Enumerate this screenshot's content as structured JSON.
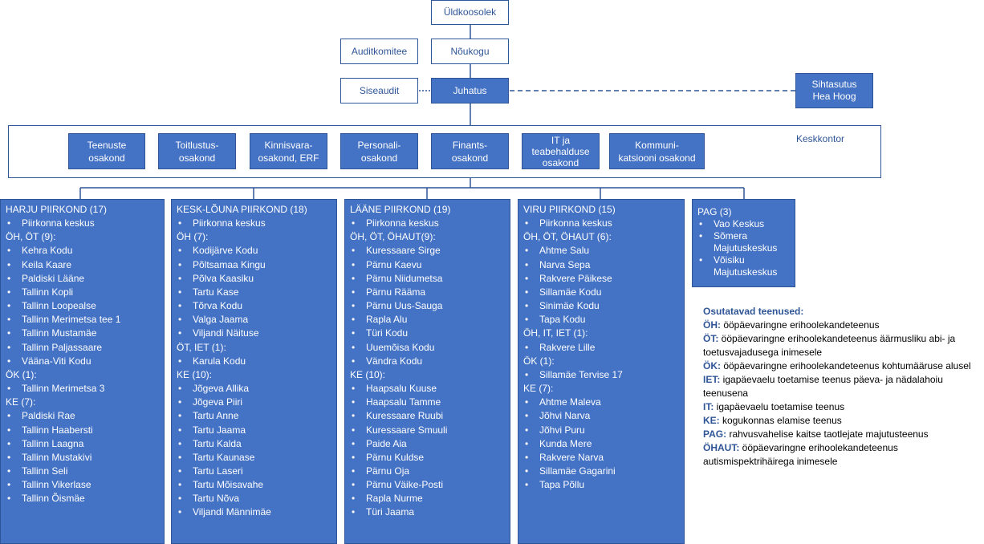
{
  "top": {
    "general_meeting": "Üldkoosolek",
    "audit_committee": "Auditkomitee",
    "council": "Nõukogu",
    "internal_audit": "Siseaudit",
    "board": "Juhatus",
    "foundation": "Sihtasutus\nHea Hoog"
  },
  "central_office": {
    "label": "Keskkontor",
    "departments": [
      "Teenuste\nosakond",
      "Toitlustus-\nosakond",
      "Kinnisvara-\nosakond, ERF",
      "Personali-\nosakond",
      "Finants-\nosakond",
      "IT ja\nteabehalduse\nosakond",
      "Kommuni-\nkatsiooni osakond"
    ]
  },
  "regions": [
    {
      "title": "HARJU PIIRKOND (17)",
      "lines": [
        {
          "t": "i",
          "v": "Piirkonna keskus"
        },
        {
          "t": "g",
          "v": "ÖH, ÖT (9):"
        },
        {
          "t": "i",
          "v": "Kehra Kodu"
        },
        {
          "t": "i",
          "v": "Keila Kaare"
        },
        {
          "t": "i",
          "v": "Paldiski Lääne"
        },
        {
          "t": "i",
          "v": "Tallinn Kopli"
        },
        {
          "t": "i",
          "v": "Tallinn Loopealse"
        },
        {
          "t": "i",
          "v": "Tallinn Merimetsa tee 1"
        },
        {
          "t": "i",
          "v": "Tallinn Mustamäe"
        },
        {
          "t": "i",
          "v": "Tallinn Paljassaare"
        },
        {
          "t": "i",
          "v": "Vääna-Viti Kodu"
        },
        {
          "t": "g",
          "v": "ÖK (1):"
        },
        {
          "t": "i",
          "v": "Tallinn Merimetsa 3"
        },
        {
          "t": "g",
          "v": "KE (7):"
        },
        {
          "t": "i",
          "v": "Paldiski Rae"
        },
        {
          "t": "i",
          "v": "Tallinn Haabersti"
        },
        {
          "t": "i",
          "v": "Tallinn Laagna"
        },
        {
          "t": "i",
          "v": "Tallinn Mustakivi"
        },
        {
          "t": "i",
          "v": "Tallinn Seli"
        },
        {
          "t": "i",
          "v": "Tallinn Vikerlase"
        },
        {
          "t": "i",
          "v": "Tallinn Õismäe"
        }
      ]
    },
    {
      "title": "KESK-LÕUNA  PIIRKOND (18)",
      "lines": [
        {
          "t": "i",
          "v": "Piirkonna keskus"
        },
        {
          "t": "g",
          "v": "ÖH (7):"
        },
        {
          "t": "i",
          "v": "Kodijärve Kodu"
        },
        {
          "t": "i",
          "v": "Põltsamaa Kingu"
        },
        {
          "t": "i",
          "v": "Põlva Kaasiku"
        },
        {
          "t": "i",
          "v": "Tartu Kase"
        },
        {
          "t": "i",
          "v": "Tõrva Kodu"
        },
        {
          "t": "i",
          "v": "Valga Jaama"
        },
        {
          "t": "i",
          "v": "Viljandi Näituse"
        },
        {
          "t": "g",
          "v": "ÖT, IET (1):"
        },
        {
          "t": "i",
          "v": "Karula Kodu"
        },
        {
          "t": "g",
          "v": "KE (10):"
        },
        {
          "t": "i",
          "v": "Jõgeva Allika"
        },
        {
          "t": "i",
          "v": "Jõgeva Piiri"
        },
        {
          "t": "i",
          "v": "Tartu Anne"
        },
        {
          "t": "i",
          "v": "Tartu Jaama"
        },
        {
          "t": "i",
          "v": "Tartu Kalda"
        },
        {
          "t": "i",
          "v": "Tartu Kaunase"
        },
        {
          "t": "i",
          "v": "Tartu Laseri"
        },
        {
          "t": "i",
          "v": "Tartu Mõisavahe"
        },
        {
          "t": "i",
          "v": "Tartu Nõva"
        },
        {
          "t": "i",
          "v": "Viljandi Männimäe"
        }
      ]
    },
    {
      "title": "LÄÄNE  PIIRKOND (19)",
      "lines": [
        {
          "t": "i",
          "v": "Piirkonna keskus"
        },
        {
          "t": "g",
          "v": "ÖH, ÖT, ÖHAUT(9):"
        },
        {
          "t": "i",
          "v": "Kuressaare Sirge"
        },
        {
          "t": "i",
          "v": "Pärnu Kaevu"
        },
        {
          "t": "i",
          "v": "Pärnu Niidumetsa"
        },
        {
          "t": "i",
          "v": "Pärnu Rääma"
        },
        {
          "t": "i",
          "v": "Pärnu Uus-Sauga"
        },
        {
          "t": "i",
          "v": "Rapla Alu"
        },
        {
          "t": "i",
          "v": "Türi Kodu"
        },
        {
          "t": "i",
          "v": "Uuemõisa Kodu"
        },
        {
          "t": "i",
          "v": "Vändra Kodu"
        },
        {
          "t": "g",
          "v": "KE (10):"
        },
        {
          "t": "i",
          "v": "Haapsalu Kuuse"
        },
        {
          "t": "i",
          "v": "Haapsalu Tamme"
        },
        {
          "t": "i",
          "v": "Kuressaare Ruubi"
        },
        {
          "t": "i",
          "v": "Kuressaare Smuuli"
        },
        {
          "t": "i",
          "v": "Paide Aia"
        },
        {
          "t": "i",
          "v": "Pärnu Kuldse"
        },
        {
          "t": "i",
          "v": "Pärnu Oja"
        },
        {
          "t": "i",
          "v": "Pärnu Väike-Posti"
        },
        {
          "t": "i",
          "v": "Rapla Nurme"
        },
        {
          "t": "i",
          "v": "Türi Jaama"
        }
      ]
    },
    {
      "title": "VIRU PIIRKOND (15)",
      "lines": [
        {
          "t": "i",
          "v": "Piirkonna keskus"
        },
        {
          "t": "g",
          "v": "ÖH, ÖT, ÖHAUT  (6):"
        },
        {
          "t": "i",
          "v": "Ahtme  Salu"
        },
        {
          "t": "i",
          "v": "Narva Sepa"
        },
        {
          "t": "i",
          "v": "Rakvere Päikese"
        },
        {
          "t": "i",
          "v": "Sillamäe Kodu"
        },
        {
          "t": "i",
          "v": "Sinimäe Kodu"
        },
        {
          "t": "i",
          "v": "Tapa Kodu"
        },
        {
          "t": "g",
          "v": "ÖH, IT, IET (1):"
        },
        {
          "t": "i",
          "v": "Rakvere Lille"
        },
        {
          "t": "g",
          "v": "ÖK (1):"
        },
        {
          "t": "i",
          "v": "Sillamäe Tervise 17"
        },
        {
          "t": "g",
          "v": "KE (7):"
        },
        {
          "t": "i",
          "v": "Ahtme  Maleva"
        },
        {
          "t": "i",
          "v": "Jõhvi Narva"
        },
        {
          "t": "i",
          "v": "Jõhvi Puru"
        },
        {
          "t": "i",
          "v": "Kunda Mere"
        },
        {
          "t": "i",
          "v": "Rakvere Narva"
        },
        {
          "t": "i",
          "v": "Sillamäe Gagarini"
        },
        {
          "t": "i",
          "v": "Tapa Põllu"
        }
      ]
    }
  ],
  "pag": {
    "title": "PAG (3)",
    "items": [
      "Vao Keskus",
      "Sõmera Majutuskeskus",
      "Võisiku Majutuskeskus"
    ]
  },
  "legend": {
    "title": "Osutatavad teenused:",
    "entries": [
      {
        "abbr": "ÖH:",
        "text": " ööpäevaringne erihoolekandeteenus"
      },
      {
        "abbr": "ÖT:",
        "text": " ööpäevaringne erihoolekandeteenus äärmusliku abi- ja toetusvajadusega inimesele"
      },
      {
        "abbr": "ÖK:",
        "text": " ööpäevaringne erihoolekandeteenus kohtumääruse alusel"
      },
      {
        "abbr": "IET:",
        "text": "  igapäevaelu toetamise teenus  päeva- ja nädalahoiu teenusena"
      },
      {
        "abbr": "IT:",
        "text": "  igapäevaelu toetamise teenus"
      },
      {
        "abbr": "KE:",
        "text": " kogukonnas elamise teenus"
      },
      {
        "abbr": "PAG:",
        "text": " rahvusvahelise kaitse taotlejate majutusteenus"
      },
      {
        "abbr": "ÖHAUT:",
        "text": " ööpäevaringne erihoolekandeteenus autismispektrihäirega inimesele"
      }
    ]
  }
}
